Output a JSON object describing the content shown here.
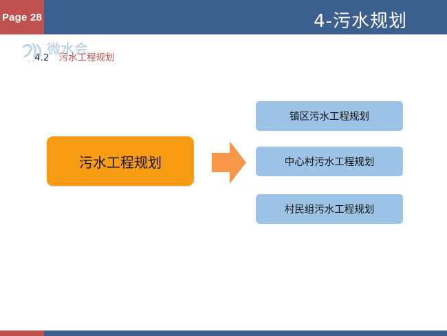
{
  "header": {
    "page_badge": "Page 28",
    "title": "4-污水规划",
    "colors": {
      "bar": "#3b5f8f",
      "badge": "#c0504d"
    }
  },
  "watermark": {
    "logo_text": "微水会",
    "icon": "water-drop-logo-icon"
  },
  "section": {
    "number": "4.2",
    "label": "污水工程规划"
  },
  "diagram": {
    "main": {
      "label": "污水工程规划",
      "color": "#f89d13"
    },
    "arrow": {
      "icon": "right-arrow-icon",
      "color": "#f79646"
    },
    "children": [
      {
        "label": "镇区污水工程规划"
      },
      {
        "label": "中心村污水工程规划"
      },
      {
        "label": "村民组污水工程规划"
      }
    ],
    "child_color": "#9dc3e6"
  }
}
